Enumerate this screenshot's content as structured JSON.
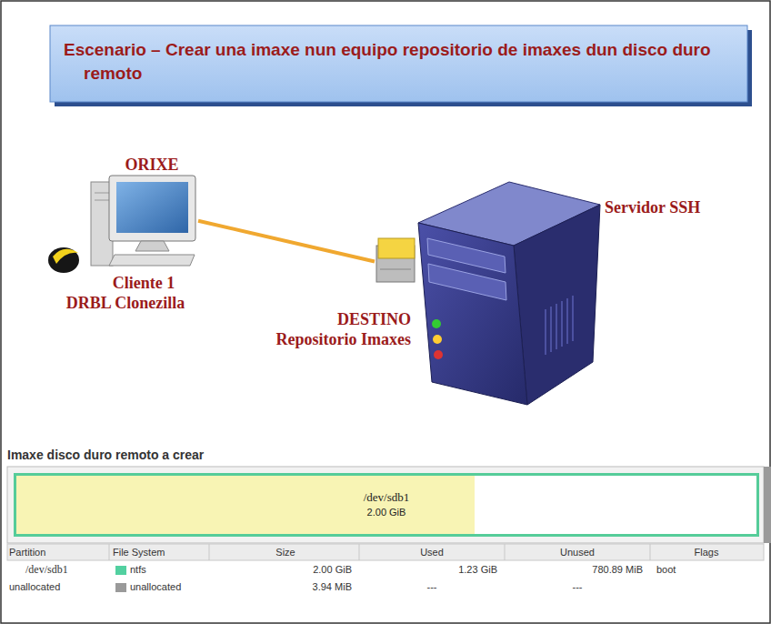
{
  "diagram": {
    "title": "Escenario – Crear una imaxe nun equipo repositorio de imaxes dun disco duro remoto",
    "nodes": [
      {
        "text": [
          "ORIXE",
          "Cliente 1",
          "DRBL Clonezilla"
        ]
      },
      {
        "text": [
          "Servidor SSH",
          "DESTINO",
          "Repositorio Imaxes"
        ]
      },
      {
        "text": [
          "/dev/sdb1",
          "2.00 GiB"
        ]
      }
    ],
    "edges": [
      {
        "from": 0,
        "to": 1,
        "arrow": "none"
      }
    ],
    "labels": [
      "Imaxe disco duro remoto a crear",
      "Partition",
      "File System",
      "Size",
      "Used",
      "Unused",
      "Flags",
      "/dev/sdb1",
      "ntfs",
      "2.00 GiB",
      "1.23 GiB",
      "780.89 MiB",
      "boot",
      "unallocated",
      "unallocated",
      "3.94 MiB",
      "---",
      "---"
    ]
  }
}
